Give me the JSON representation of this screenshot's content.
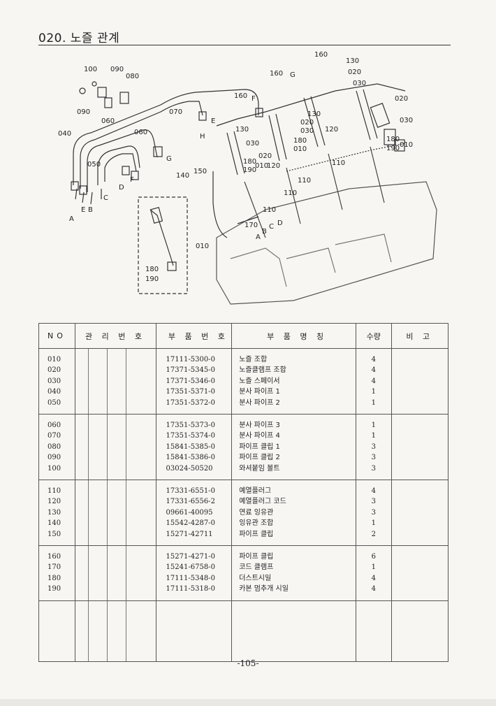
{
  "header": {
    "title": "020. 노즐 관계"
  },
  "figure": {
    "callouts": [
      "100",
      "090",
      "080",
      "160",
      "130",
      "020",
      "030",
      "070",
      "060",
      "040",
      "090",
      "050",
      "E",
      "F",
      "D",
      "C",
      "B",
      "A",
      "G",
      "H",
      "160",
      "F",
      "130",
      "180",
      "190",
      "030",
      "020",
      "010",
      "120",
      "110",
      "140",
      "150",
      "170",
      "010",
      "180",
      "190",
      "160",
      "G",
      "180",
      "190",
      "020",
      "030",
      "010",
      "A",
      "B",
      "C",
      "D"
    ]
  },
  "table": {
    "headers": {
      "no": "NO",
      "mgmt": "관 리 번 호",
      "part_no": "부 품 번 호",
      "name": "부 품 명 칭",
      "qty": "수량",
      "remarks": "비 고"
    },
    "groups": [
      {
        "rows": [
          {
            "no": "010",
            "part_no": "17111-5300-0",
            "name": "노즐 조합",
            "qty": "4"
          },
          {
            "no": "020",
            "part_no": "17371-5345-0",
            "name": "노즐클램프 조합",
            "qty": "4"
          },
          {
            "no": "030",
            "part_no": "17371-5346-0",
            "name": "노즐 스페이서",
            "qty": "4"
          },
          {
            "no": "040",
            "part_no": "17351-5371-0",
            "name": "분사 파이프 1",
            "qty": "1"
          },
          {
            "no": "050",
            "part_no": "17351-5372-0",
            "name": "분사 파이프 2",
            "qty": "1"
          }
        ]
      },
      {
        "rows": [
          {
            "no": "060",
            "part_no": "17351-5373-0",
            "name": "분사 파이프 3",
            "qty": "1"
          },
          {
            "no": "070",
            "part_no": "17351-5374-0",
            "name": "분사 파이프 4",
            "qty": "1"
          },
          {
            "no": "080",
            "part_no": "15841-5385-0",
            "name": "파이프 클립 1",
            "qty": "3"
          },
          {
            "no": "090",
            "part_no": "15841-5386-0",
            "name": "파이프 클립 2",
            "qty": "3"
          },
          {
            "no": "100",
            "part_no": "03024-50520",
            "name": "와셔붙임 볼트",
            "qty": "3"
          }
        ]
      },
      {
        "rows": [
          {
            "no": "110",
            "part_no": "17331-6551-0",
            "name": "예열플러그",
            "qty": "4"
          },
          {
            "no": "120",
            "part_no": "17331-6556-2",
            "name": "예열플러그 코드",
            "qty": "3"
          },
          {
            "no": "130",
            "part_no": "09661-40095",
            "name": "연료 잉유관",
            "qty": "3"
          },
          {
            "no": "140",
            "part_no": "15542-4287-0",
            "name": "잉유관 조합",
            "qty": "1"
          },
          {
            "no": "150",
            "part_no": "15271-42711",
            "name": "파이프 클립",
            "qty": "2"
          }
        ]
      },
      {
        "rows": [
          {
            "no": "160",
            "part_no": "15271-4271-0",
            "name": "파이프 클립",
            "qty": "6"
          },
          {
            "no": "170",
            "part_no": "15241-6758-0",
            "name": "코드 클램프",
            "qty": "1"
          },
          {
            "no": "180",
            "part_no": "17111-5348-0",
            "name": "더스트시일",
            "qty": "4"
          },
          {
            "no": "190",
            "part_no": "17111-5318-0",
            "name": "카본 멈추개 시일",
            "qty": "4"
          }
        ]
      },
      {
        "rows": []
      }
    ]
  },
  "footer": {
    "page_number": "-105-"
  }
}
